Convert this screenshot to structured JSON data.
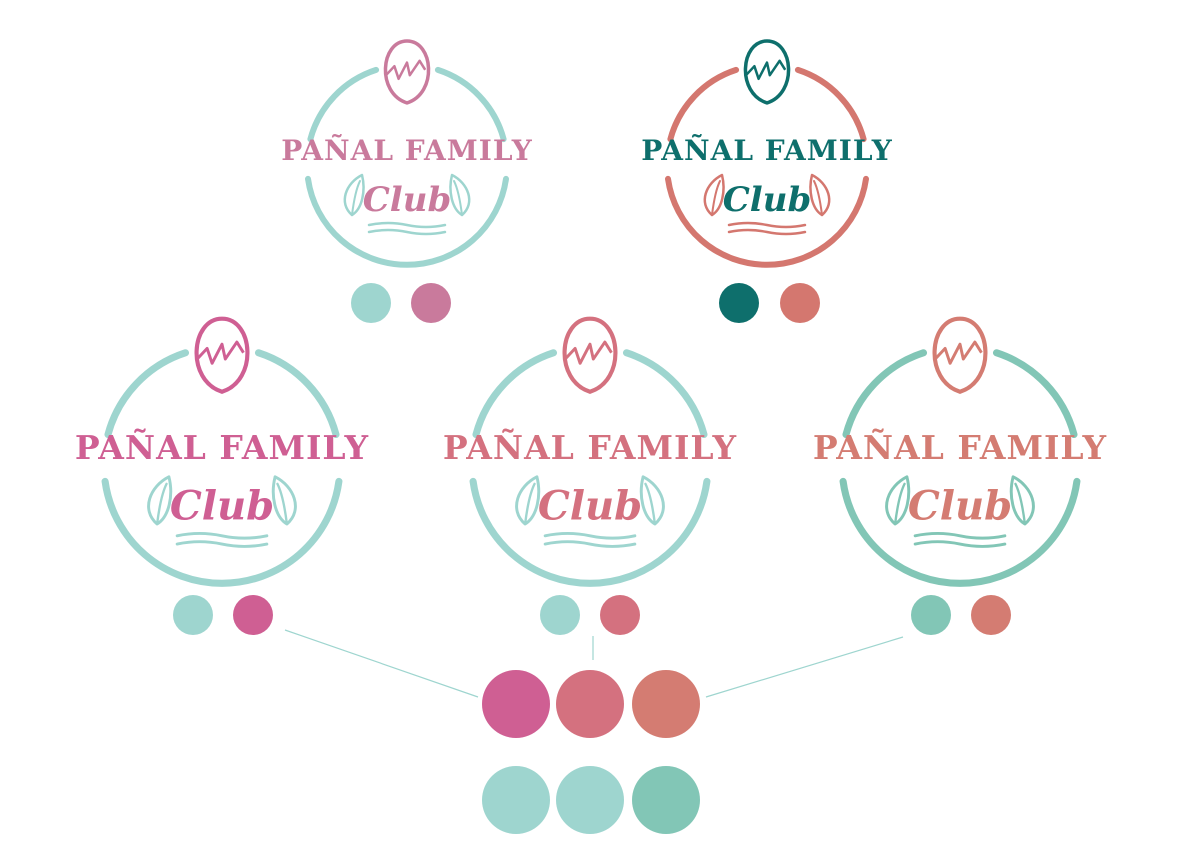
{
  "logos": [
    {
      "id": "logo-1",
      "wordmark": "PAÑAL FAMILY",
      "script": "Club",
      "ring_color": "#9ed5cf",
      "text_color": "#c97a9c",
      "egg_color": "#c97a9c",
      "leaf_color": "#9ed5cf",
      "wave_color": "#9ed5cf",
      "swatches": [
        "#9ed5cf",
        "#c97a9c"
      ]
    },
    {
      "id": "logo-2",
      "wordmark": "PAÑAL FAMILY",
      "script": "Club",
      "ring_color": "#d4776f",
      "text_color": "#0e6f6c",
      "egg_color": "#0e6f6c",
      "leaf_color": "#d4776f",
      "wave_color": "#d4776f",
      "swatches": [
        "#0e6f6c",
        "#d4776f"
      ]
    },
    {
      "id": "logo-3",
      "wordmark": "PAÑAL FAMILY",
      "script": "Club",
      "ring_color": "#9ed5cf",
      "text_color": "#cf5f93",
      "egg_color": "#cf5f93",
      "leaf_color": "#9ed5cf",
      "wave_color": "#9ed5cf",
      "swatches": [
        "#9ed5cf",
        "#cf5f93"
      ]
    },
    {
      "id": "logo-4",
      "wordmark": "PAÑAL FAMILY",
      "script": "Club",
      "ring_color": "#9ed5cf",
      "text_color": "#d4717f",
      "egg_color": "#d4717f",
      "leaf_color": "#9ed5cf",
      "wave_color": "#9ed5cf",
      "swatches": [
        "#9ed5cf",
        "#d4717f"
      ]
    },
    {
      "id": "logo-5",
      "wordmark": "PAÑAL FAMILY",
      "script": "Club",
      "ring_color": "#82c6b6",
      "text_color": "#d47c72",
      "egg_color": "#d47c72",
      "leaf_color": "#82c6b6",
      "wave_color": "#82c6b6",
      "swatches": [
        "#82c6b6",
        "#d47c72"
      ]
    }
  ],
  "palette": {
    "warm": [
      "#cf5f93",
      "#d4717f",
      "#d47c72"
    ],
    "cool": [
      "#9ed5cf",
      "#9ed5cf",
      "#82c6b6"
    ]
  },
  "connector_color": "#9ed5cf"
}
